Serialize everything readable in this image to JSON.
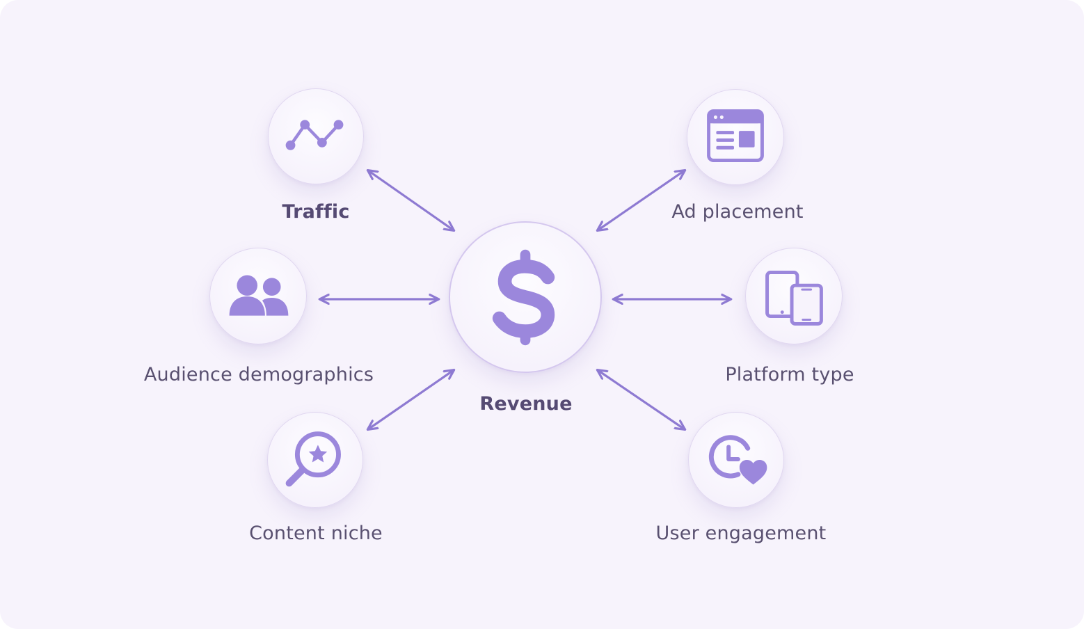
{
  "diagram": {
    "center": {
      "label": "Revenue",
      "icon": "dollar-icon"
    },
    "nodes": [
      {
        "id": "traffic",
        "label": "Traffic",
        "icon": "line-chart-icon"
      },
      {
        "id": "ad-placement",
        "label": "Ad placement",
        "icon": "browser-ad-icon"
      },
      {
        "id": "audience-demographics",
        "label": "Audience demographics",
        "icon": "users-icon"
      },
      {
        "id": "platform-type",
        "label": "Platform type",
        "icon": "devices-icon"
      },
      {
        "id": "content-niche",
        "label": "Content niche",
        "icon": "search-star-icon"
      },
      {
        "id": "user-engagement",
        "label": "User engagement",
        "icon": "clock-heart-icon"
      }
    ],
    "edges": [
      {
        "from": "traffic",
        "to": "revenue",
        "direction": "both"
      },
      {
        "from": "ad-placement",
        "to": "revenue",
        "direction": "both"
      },
      {
        "from": "audience-demographics",
        "to": "revenue",
        "direction": "both"
      },
      {
        "from": "platform-type",
        "to": "revenue",
        "direction": "both"
      },
      {
        "from": "content-niche",
        "to": "revenue",
        "direction": "both"
      },
      {
        "from": "user-engagement",
        "to": "revenue",
        "direction": "both"
      }
    ]
  },
  "colors": {
    "background": "#f7f3fc",
    "accent": "#9b87dc",
    "arrow": "#8e7ad2",
    "label": "#595070"
  }
}
